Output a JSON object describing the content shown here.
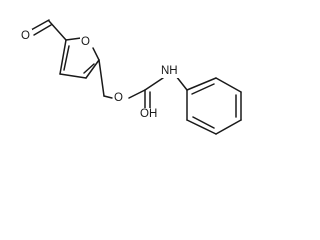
{
  "molecule": {
    "atom_labels": {
      "ring_oxygen": "O",
      "aldehyde_oxygen": "O",
      "ester_oxygen": "O",
      "hydroxyl": "OH",
      "amine": "NH"
    }
  }
}
